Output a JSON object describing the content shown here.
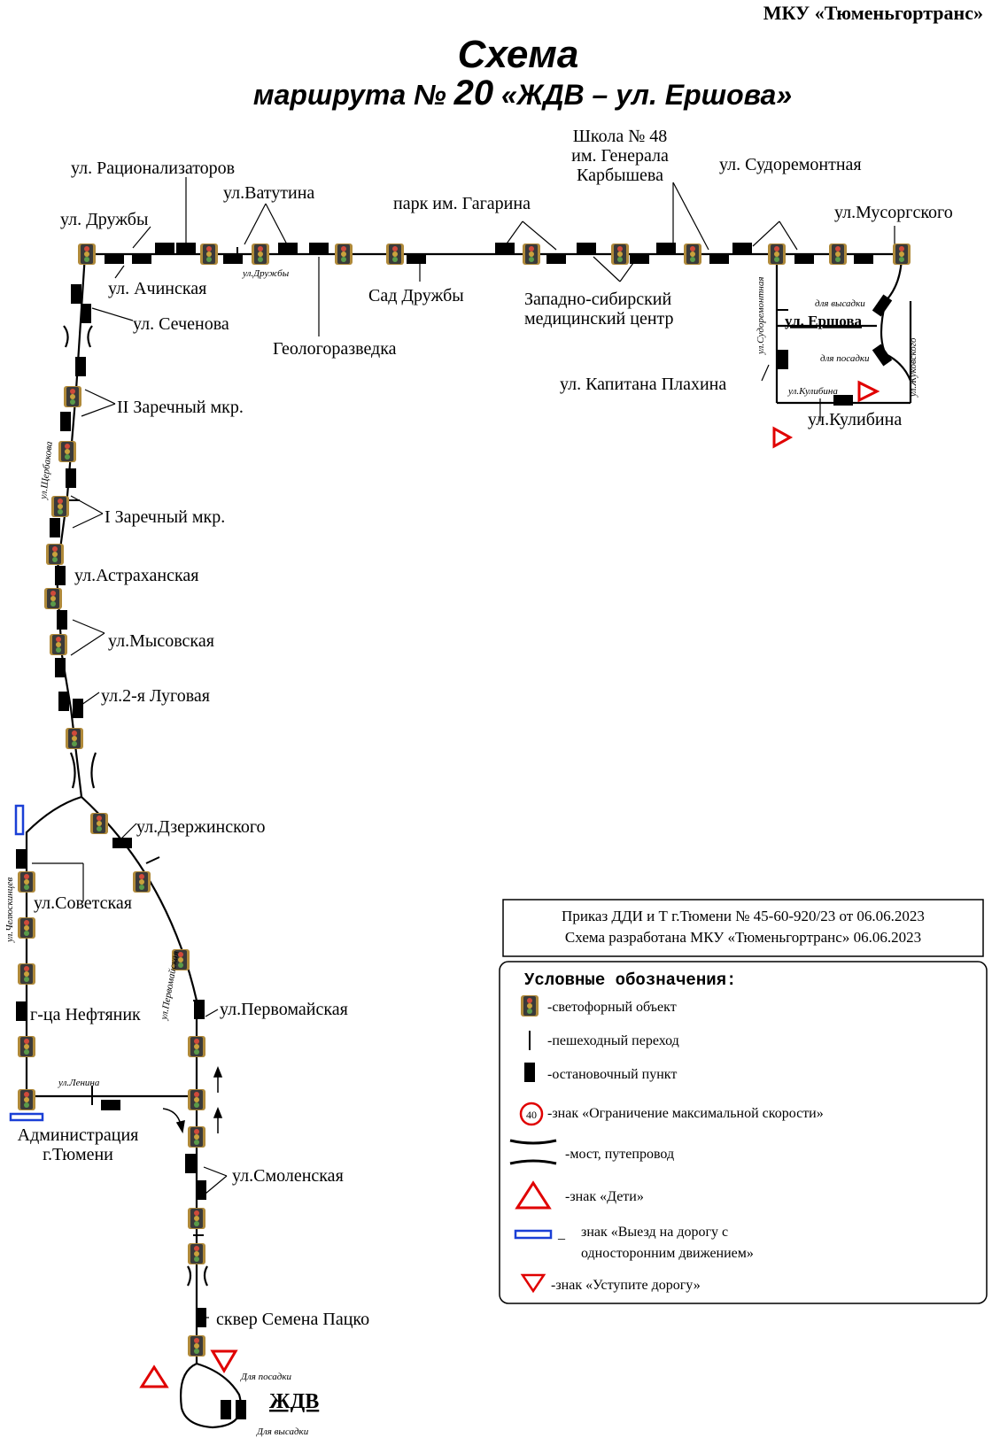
{
  "header": {
    "org": "МКУ «Тюменьгортранс»",
    "title": "Схема",
    "subtitle_prefix": "маршрута №",
    "route_number": "20",
    "route_name": "«ЖДВ – ул. Ершова»"
  },
  "labels": {
    "racionalizatorov": "ул. Рационализаторов",
    "druzhby": "ул. Дружбы",
    "vatutina": "ул.Ватутина",
    "druzhby_small": "ул.Дружбы",
    "park_gagarina": "парк им. Гагарина",
    "school_l1": "Школа № 48",
    "school_l2": "им. Генерала",
    "school_l3": "Карбышева",
    "sudoremontnaya": "ул. Судоремонтная",
    "musorgskogo": "ул.Мусоргского",
    "achinskaya": "ул. Ачинская",
    "sechenova": "ул. Сеченова",
    "geologorazvedka": "Геологоразведка",
    "sad_druzhby": "Сад Дружбы",
    "zs_med_l1": "Западно-сибирский",
    "zs_med_l2": "медицинский центр",
    "kapitana_plahina": "ул. Капитана Плахина",
    "ershova": "ул. Ершова",
    "dlya_vysadki": "для высадки",
    "dlya_posadki": "для посадки",
    "sudoremontnaya_small": "ул.Судоремонтная",
    "zhukovskogo_small": "ул.Жуковского",
    "kulibina_small": "ул.Кулибина",
    "kulibina": "ул.Кулибина",
    "zarechny2": "II Заречный мкр.",
    "shcherbakova_small": "ул.Щербакова",
    "zarechny1": "I Заречный мкр.",
    "astrahanskaya": "ул.Астраханская",
    "mysovskaya": "ул.Мысовская",
    "lugovaya2": "ул.2-я Луговая",
    "dzerzhinskogo": "ул.Дзержинского",
    "chelyuskincev_small": "ул.Челюскинцев",
    "sovetskaya": "ул.Советская",
    "pervomayskaya_small": "ул.Первомайская",
    "pervomayskaya": "ул.Первомайская",
    "neftyanik": "г-ца Нефтяник",
    "lenina_small": "ул.Ленина",
    "administraciya_l1": "Администрация",
    "administraciya_l2": "г.Тюмени",
    "smolenskaya": "ул.Смоленская",
    "skver": "сквер Семена Пацко",
    "dlya_posadki_cap": "Для посадки",
    "zhdv": "ЖДВ",
    "dlya_vysadki_cap": "Для высадки"
  },
  "info_box": {
    "line1": "Приказ ДДИ и Т г.Тюмени № 45-60-920/23 от 06.06.2023",
    "line2": "Схема разработана МКУ «Тюменьгортранс» 06.06.2023"
  },
  "legend": {
    "title": "Условные обозначения:",
    "items": {
      "traffic_light": "-светофорный объект",
      "crossing": "-пешеходный переход",
      "stop": "-остановочный пункт",
      "speed_limit": "-знак «Ограничение максимальной скорости»",
      "speed_value": "40",
      "bridge": "-мост, путепровод",
      "children": "-знак «Дети»",
      "one_way_l1": "знак «Выезд на дорогу с",
      "one_way_l2": "односторонним движением»",
      "give_way": "-знак «Уступите дорогу»"
    }
  },
  "colors": {
    "line": "#000000",
    "red_sign": "#e00000",
    "blue_sign": "#1a3fd6",
    "light_body": "#333333",
    "light_bg": "#b08a3a"
  },
  "icons": {
    "traffic_light": "traffic-light-icon",
    "stop": "bus-stop-icon",
    "crossing": "pedestrian-crossing-icon",
    "give_way": "give-way-sign-icon",
    "children": "children-sign-icon",
    "speed_limit": "speed-limit-sign-icon",
    "one_way": "one-way-exit-sign-icon",
    "bridge": "bridge-icon"
  }
}
